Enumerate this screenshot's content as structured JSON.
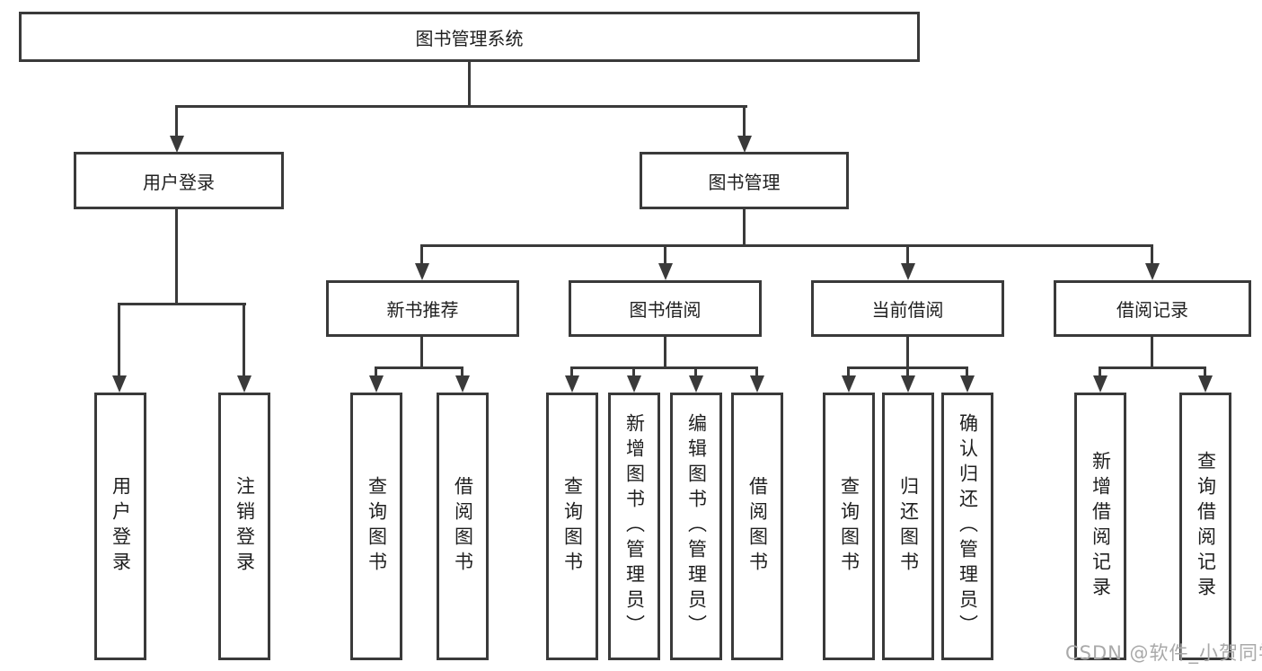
{
  "watermark": "CSDN @软件_小贺同学",
  "colors": {
    "line": "#3a3a3a",
    "box_border": "#3a3a3a",
    "text": "#1f1f1f",
    "watermark": "#a9a9a9",
    "background": "#ffffff"
  },
  "tree": {
    "root": {
      "label": "图书管理系统"
    },
    "login": {
      "label": "用户登录",
      "leaves": [
        "用户登录",
        "注销登录"
      ]
    },
    "manage": {
      "label": "图书管理",
      "sections": [
        {
          "label": "新书推荐",
          "leaves": [
            "查询图书",
            "借阅图书"
          ]
        },
        {
          "label": "图书借阅",
          "leaves": [
            "查询图书",
            "新增图书（管理员）",
            "编辑图书（管理员）",
            "借阅图书"
          ]
        },
        {
          "label": "当前借阅",
          "leaves": [
            "查询图书",
            "归还图书",
            "确认归还（管理员）"
          ]
        },
        {
          "label": "借阅记录",
          "leaves": [
            "新增借阅记录",
            "查询借阅记录"
          ]
        }
      ]
    }
  }
}
